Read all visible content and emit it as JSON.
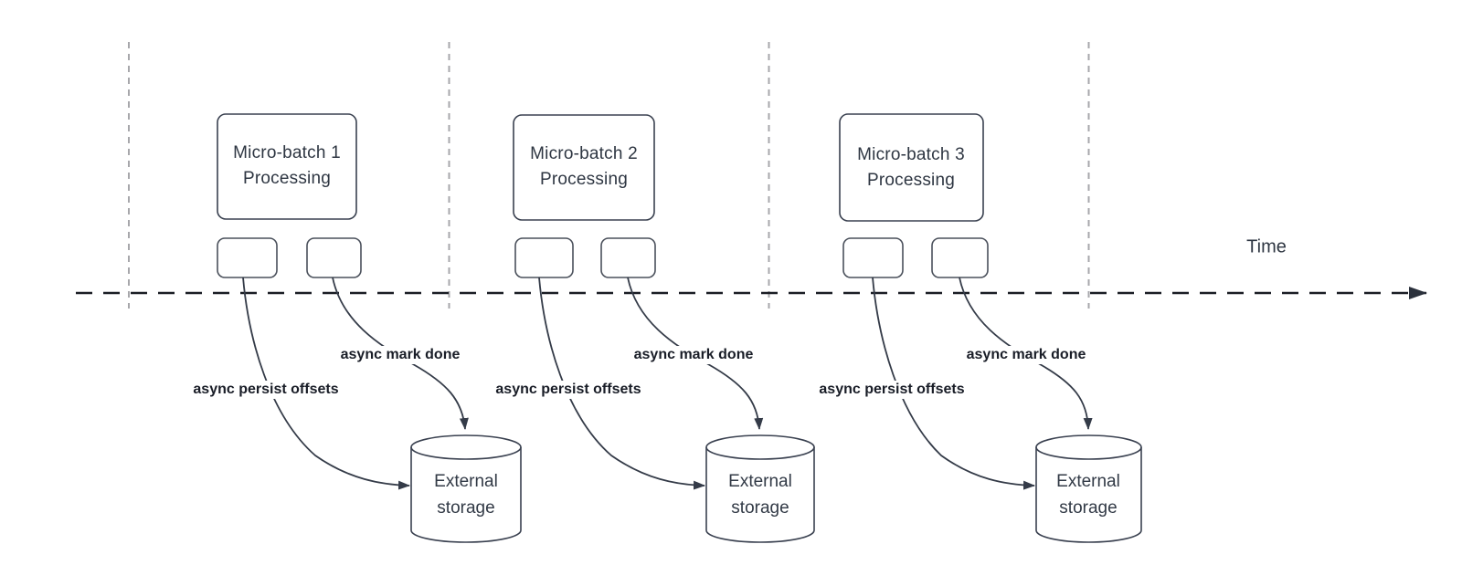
{
  "diagram": {
    "time_label": "Time",
    "groups": [
      {
        "title_line1": "Micro-batch 1",
        "title_line2": "Processing",
        "persist_label": "async persist offsets",
        "done_label": "async mark done",
        "storage_line1": "External",
        "storage_line2": "storage"
      },
      {
        "title_line1": "Micro-batch 2",
        "title_line2": "Processing",
        "persist_label": "async persist offsets",
        "done_label": "async mark done",
        "storage_line1": "External",
        "storage_line2": "storage"
      },
      {
        "title_line1": "Micro-batch 3",
        "title_line2": "Processing",
        "persist_label": "async persist offsets",
        "done_label": "async mark done",
        "storage_line1": "External",
        "storage_line2": "storage"
      }
    ],
    "colors": {
      "shape_stroke": "#3a4150",
      "flow_stroke": "#343b48",
      "timeline_stroke": "#1a1d24",
      "guide_stroke": "#a7a7ab",
      "title_text": "#2e3642",
      "label_text": "#191d27",
      "background": "#ffffff"
    }
  }
}
